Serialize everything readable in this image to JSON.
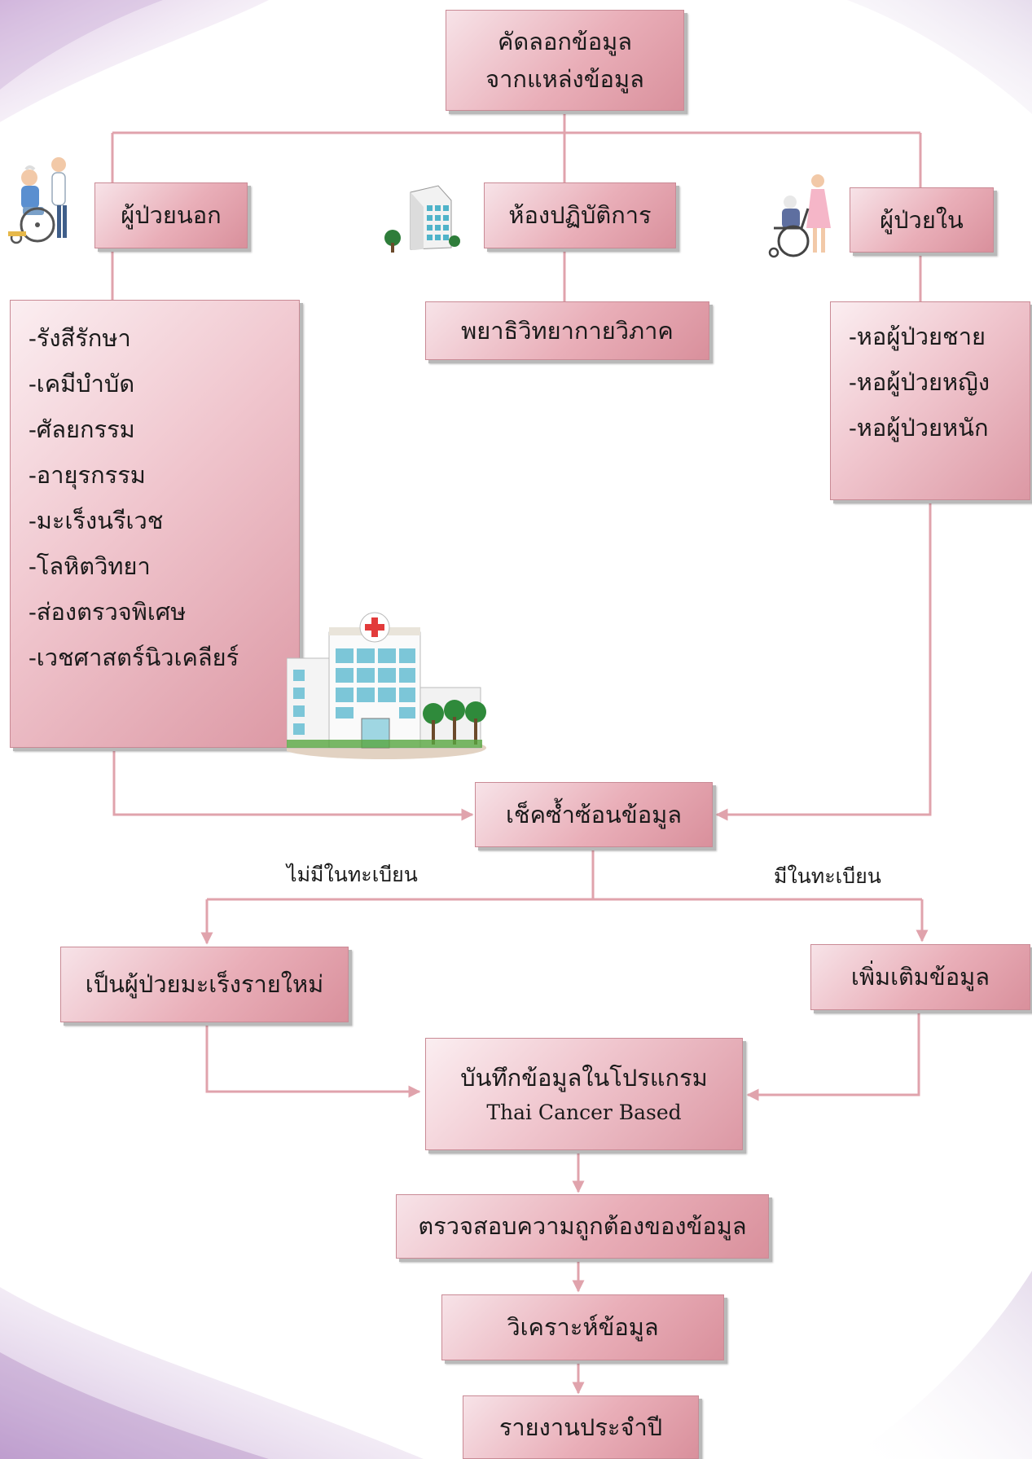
{
  "nodes": {
    "copy": {
      "line1": "คัดลอกข้อมูล",
      "line2": "จากแหล่งข้อมูล"
    },
    "outpatient": {
      "label": "ผู้ป่วยนอก"
    },
    "lab": {
      "label": "ห้องปฏิบัติการ"
    },
    "inpatient": {
      "label": "ผู้ป่วยใน"
    },
    "pathology": {
      "label": "พยาธิวิทยากายวิภาค"
    },
    "outpatient_depts": {
      "items": [
        "-รังสีรักษา",
        "-เคมีบำบัด",
        "-ศัลยกรรม",
        "-อายุรกรรม",
        "-มะเร็งนรีเวช",
        "-โลหิตวิทยา",
        "-ส่องตรวจพิเศษ",
        "-เวชศาสตร์นิวเคลียร์"
      ]
    },
    "wards": {
      "items": [
        "-หอผู้ป่วยชาย",
        "-หอผู้ป่วยหญิง",
        "-หอผู้ป่วยหนัก"
      ]
    },
    "duplicate_check": {
      "label": "เช็คซ้ำซ้อนข้อมูล"
    },
    "new_patient": {
      "label": "เป็นผู้ป่วยมะเร็งรายใหม่"
    },
    "add_info": {
      "label": "เพิ่มเติมข้อมูล"
    },
    "record": {
      "line1": "บันทึกข้อมูลในโปรแกรม",
      "line2": "Thai Cancer Based"
    },
    "verify": {
      "label": "ตรวจสอบความถูกต้องของข้อมูล"
    },
    "analyze": {
      "label": "วิเคราะห์ข้อมูล"
    },
    "report": {
      "label": "รายงานประจำปี"
    }
  },
  "branches": {
    "not_registered": "ไม่มีในทะเบียน",
    "registered": "มีในทะเบียน"
  },
  "colors": {
    "box_light": "#f7e3e8",
    "box_dark": "#d9909c",
    "connector": "#e0a3ac",
    "bg_swirl": "#c9a3d6"
  },
  "icons": [
    "wheelchair-patient-icon",
    "lab-building-icon",
    "nurse-wheelchair-icon",
    "hospital-icon"
  ]
}
